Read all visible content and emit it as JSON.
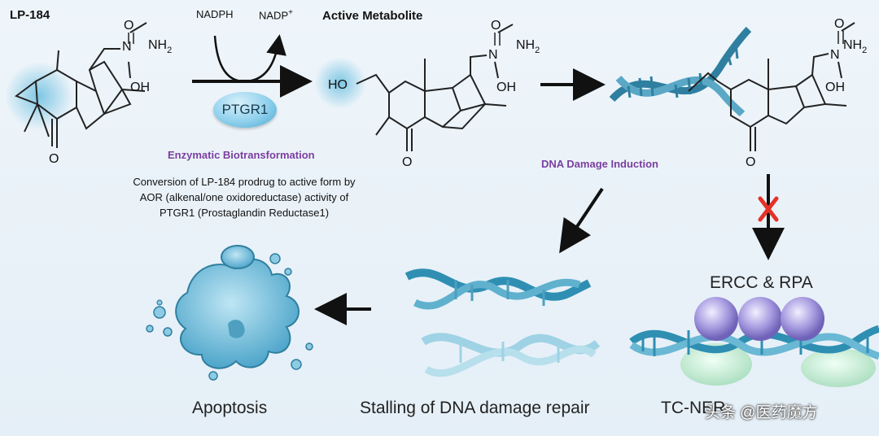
{
  "labels": {
    "prodrug": "LP-184",
    "active_metabolite": "Active Metabolite",
    "nadph": "NADPH",
    "nadp": "NADP",
    "nadp_sup": "+",
    "enzyme": "PTGR1",
    "enzymatic_step": "Enzymatic Biotransformation",
    "conversion_note": [
      "Conversion of LP-184 prodrug to active form by",
      "AOR (alkenal/one oxidoreductase) activity of",
      "PTGR1 (Prostaglandin Reductase1)"
    ],
    "dna_damage": "DNA Damage Induction",
    "ercc_rpa": "ERCC & RPA",
    "tcner": "TC-NER",
    "stalling": "Stalling of DNA damage repair",
    "apoptosis": "Apoptosis",
    "watermark": "头条 @医药魔方"
  },
  "structure_atoms": {
    "nh2": "NH",
    "nh2_sub": "2",
    "o": "O",
    "n": "N",
    "oh": "OH",
    "ho": "HO"
  },
  "colors": {
    "dna_dark": "#2f7fa0",
    "dna_light": "#7fc3dc",
    "protein_purple": "#9b8fd6",
    "protein_green": "#bfe8cf",
    "blocked_x": "#e53228",
    "accent_purple": "#7b3fa0"
  }
}
